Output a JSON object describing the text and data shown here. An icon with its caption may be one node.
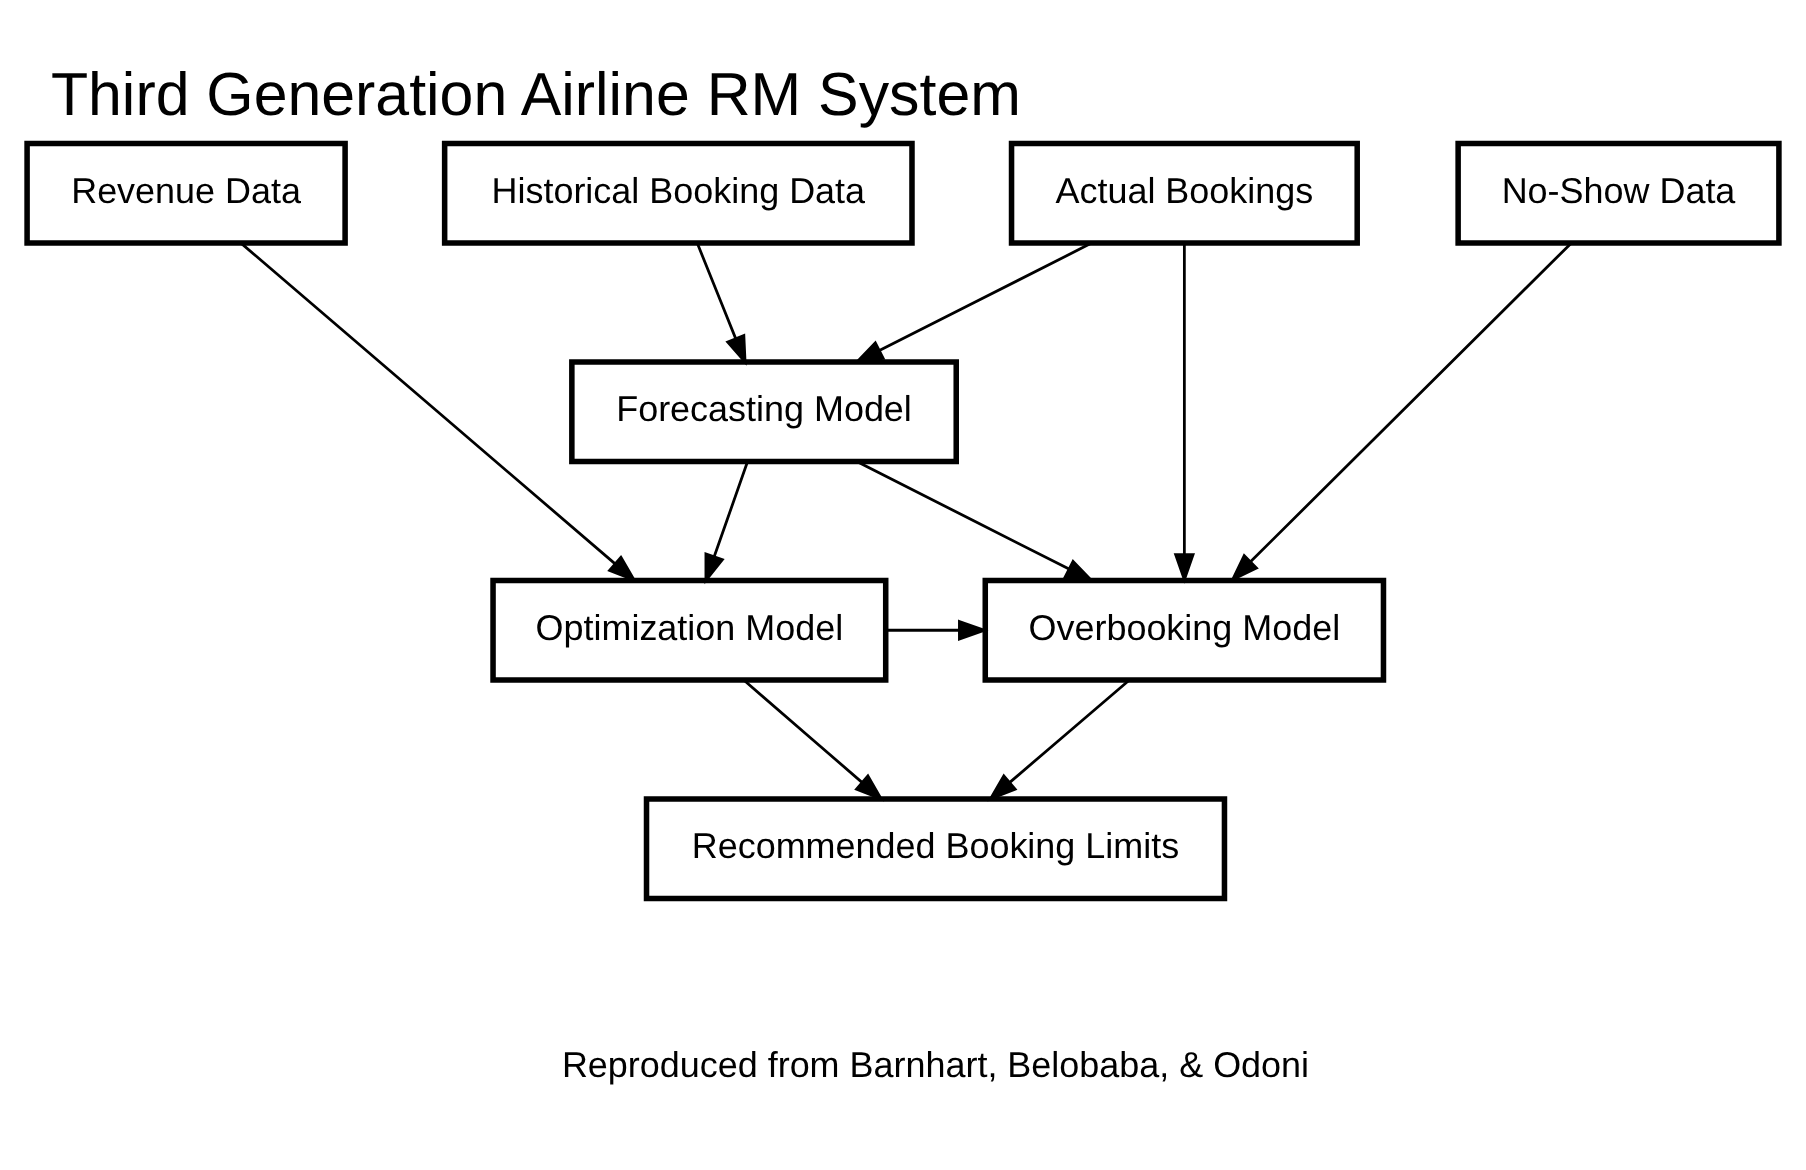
{
  "diagram": {
    "title": "Third Generation Airline RM System",
    "caption": "Reproduced from Barnhart, Belobaba, & Odoni",
    "nodes": [
      {
        "text": [
          "Revenue Data"
        ]
      },
      {
        "text": [
          "Historical Booking Data"
        ]
      },
      {
        "text": [
          "Actual Bookings"
        ]
      },
      {
        "text": [
          "No-Show Data"
        ]
      },
      {
        "text": [
          "Forecasting Model"
        ]
      },
      {
        "text": [
          "Optimization Model"
        ]
      },
      {
        "text": [
          "Overbooking Model"
        ]
      },
      {
        "text": [
          "Recommended Booking Limits"
        ]
      }
    ],
    "edges": [
      {
        "from": 0,
        "to": 5,
        "arrow": "to"
      },
      {
        "from": 1,
        "to": 4,
        "arrow": "to"
      },
      {
        "from": 2,
        "to": 4,
        "arrow": "to"
      },
      {
        "from": 2,
        "to": 6,
        "arrow": "to"
      },
      {
        "from": 3,
        "to": 6,
        "arrow": "to"
      },
      {
        "from": 4,
        "to": 5,
        "arrow": "to"
      },
      {
        "from": 4,
        "to": 6,
        "arrow": "to"
      },
      {
        "from": 5,
        "to": 6,
        "arrow": "to"
      },
      {
        "from": 5,
        "to": 7,
        "arrow": "to"
      },
      {
        "from": 6,
        "to": 7,
        "arrow": "to"
      }
    ]
  }
}
